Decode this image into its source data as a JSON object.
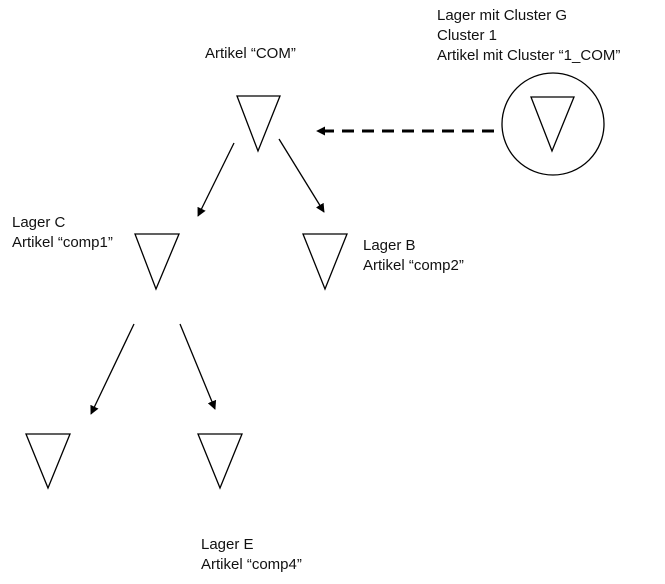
{
  "labels": {
    "top_node": "Artikel “COM”",
    "cluster_line1": "Lager mit Cluster G",
    "cluster_line2": "Cluster 1",
    "cluster_line3": "Artikel mit Cluster “1_COM”",
    "node_c_line1": "Lager C",
    "node_c_line2": "Artikel “comp1”",
    "node_b_line1": "Lager B",
    "node_b_line2": "Artikel “comp2”",
    "node_e_line1": "Lager E",
    "node_e_line2": "Artikel “comp4”"
  },
  "colors": {
    "stroke": "#000000",
    "text": "#111111",
    "background": "#ffffff"
  }
}
